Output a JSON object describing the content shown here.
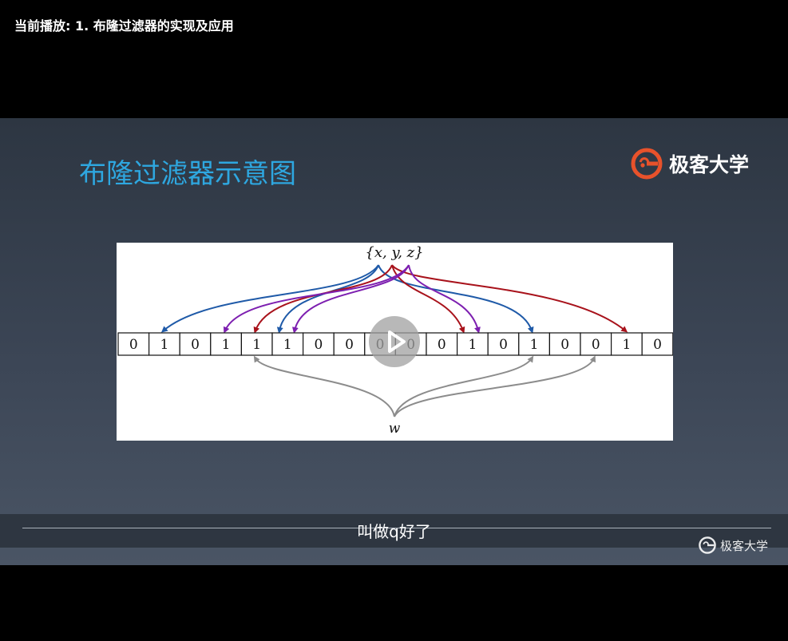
{
  "header": {
    "now_playing": "当前播放: 1. 布隆过滤器的实现及应用"
  },
  "slide": {
    "title": "布隆过滤器示意图",
    "brand_name": "极客大学",
    "brand_color": "#e8522b",
    "title_color": "#2ea7e0",
    "figure": {
      "set_label": "{x, y, z}",
      "query_label": "w",
      "bits": [
        "0",
        "1",
        "0",
        "1",
        "1",
        "1",
        "0",
        "0",
        "0",
        "0",
        "0",
        "1",
        "0",
        "1",
        "0",
        "0",
        "1",
        "0"
      ],
      "arrow_colors": {
        "x": "#1f5aa8",
        "y": "#a8121b",
        "z": "#7d1fb0",
        "w": "#8c8c8c"
      }
    }
  },
  "player": {
    "caption": "叫做q好了",
    "watermark": "极客大学",
    "play_icon": "play-icon"
  }
}
